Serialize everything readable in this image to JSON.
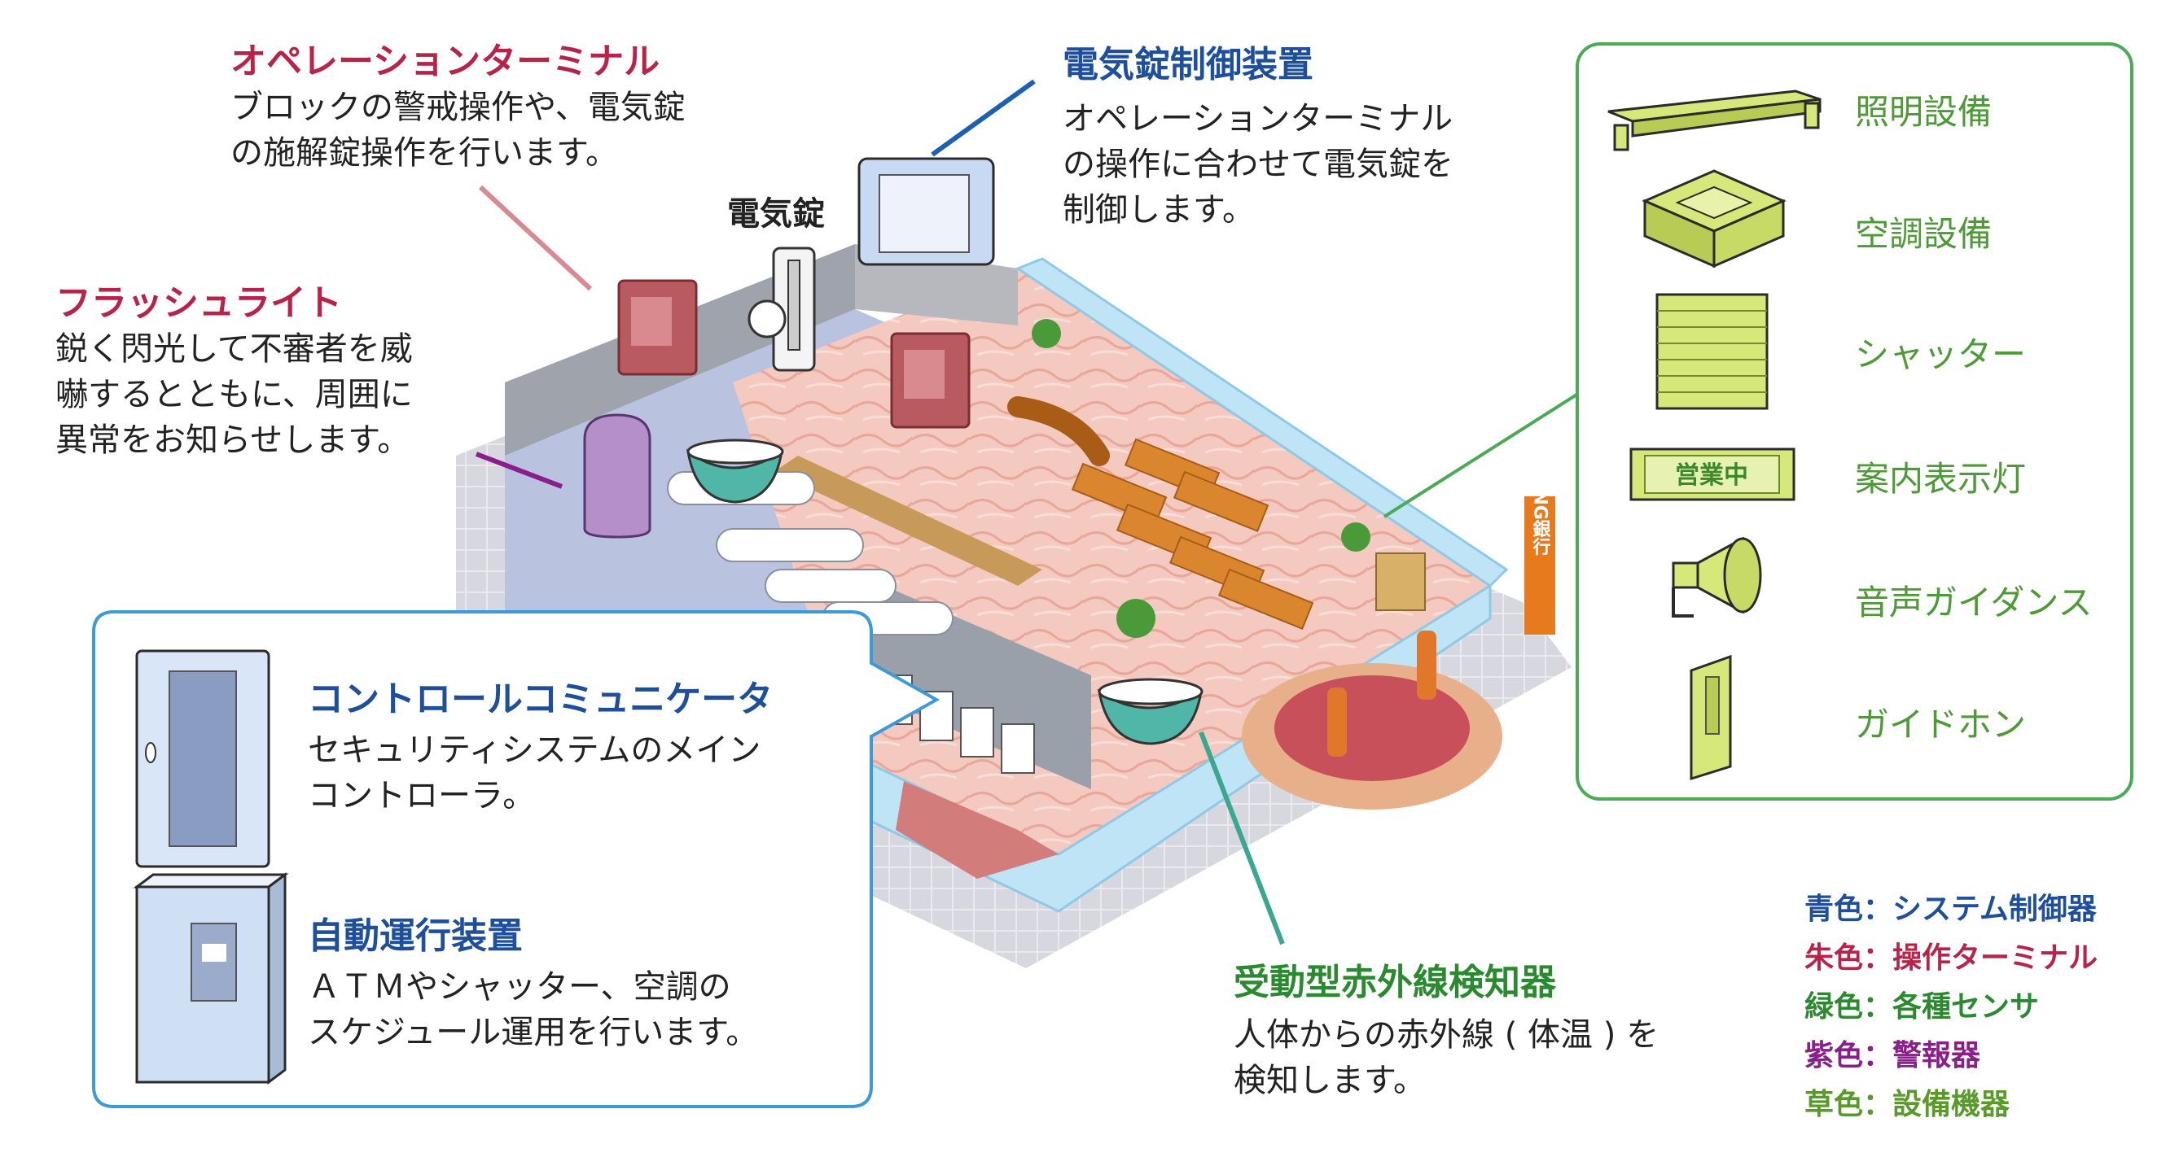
{
  "labels": {
    "operation_terminal": {
      "title": "オペレーションターミナル",
      "desc": "ブロックの警戒操作や、電気錠\nの施解錠操作を行います。"
    },
    "electric_lock_controller": {
      "title": "電気錠制御装置",
      "desc": "オペレーションターミナル\nの操作に合わせて電気錠を\n制御します。"
    },
    "electric_lock": {
      "title": "電気錠"
    },
    "flash_light": {
      "title": "フラッシュライト",
      "desc": "鋭く閃光して不審者を威\n嚇するとともに、周囲に\n異常をお知らせします。"
    },
    "control_communicator": {
      "title": "コントロールコミュニケータ",
      "desc": "セキュリティシステムのメイン\nコントローラ。"
    },
    "auto_operation": {
      "title": "自動運行装置",
      "desc": "ＡＴＭやシャッター、空調の\nスケジュール運用を行います。"
    },
    "pir_detector": {
      "title": "受動型赤外線検知器",
      "desc": "人体からの赤外線 ( 体温 ) を\n検知します。"
    }
  },
  "equipment": [
    {
      "label": "照明設備",
      "icon": "ceiling-light-icon"
    },
    {
      "label": "空調設備",
      "icon": "air-conditioner-icon"
    },
    {
      "label": "シャッター",
      "icon": "shutter-icon"
    },
    {
      "label": "案内表示灯",
      "icon": "sign-light-icon",
      "sign_text": "営業中"
    },
    {
      "label": "音声ガイダンス",
      "icon": "loudspeaker-icon"
    },
    {
      "label": "ガイドホン",
      "icon": "guide-phone-icon"
    }
  ],
  "legend": [
    {
      "prefix": "青色：",
      "text": "システム制御器",
      "color": "#1d4f9c"
    },
    {
      "prefix": "朱色：",
      "text": "操作ターミナル",
      "color": "#b8234a"
    },
    {
      "prefix": "緑色：",
      "text": "各種センサ",
      "color": "#2a8a2f"
    },
    {
      "prefix": "紫色：",
      "text": "警報器",
      "color": "#8a1f8a"
    },
    {
      "prefix": "草色：",
      "text": "設備機器",
      "color": "#5a9a2a"
    }
  ],
  "sign_board": "KING銀行",
  "colors": {
    "blue": "#1d4f9c",
    "red": "#b8234a",
    "green": "#2a8a2f",
    "purple": "#8a1f8a",
    "lime": "#c8e06a",
    "box_border": "#4aaa55",
    "callout_border": "#3b9ad9"
  }
}
